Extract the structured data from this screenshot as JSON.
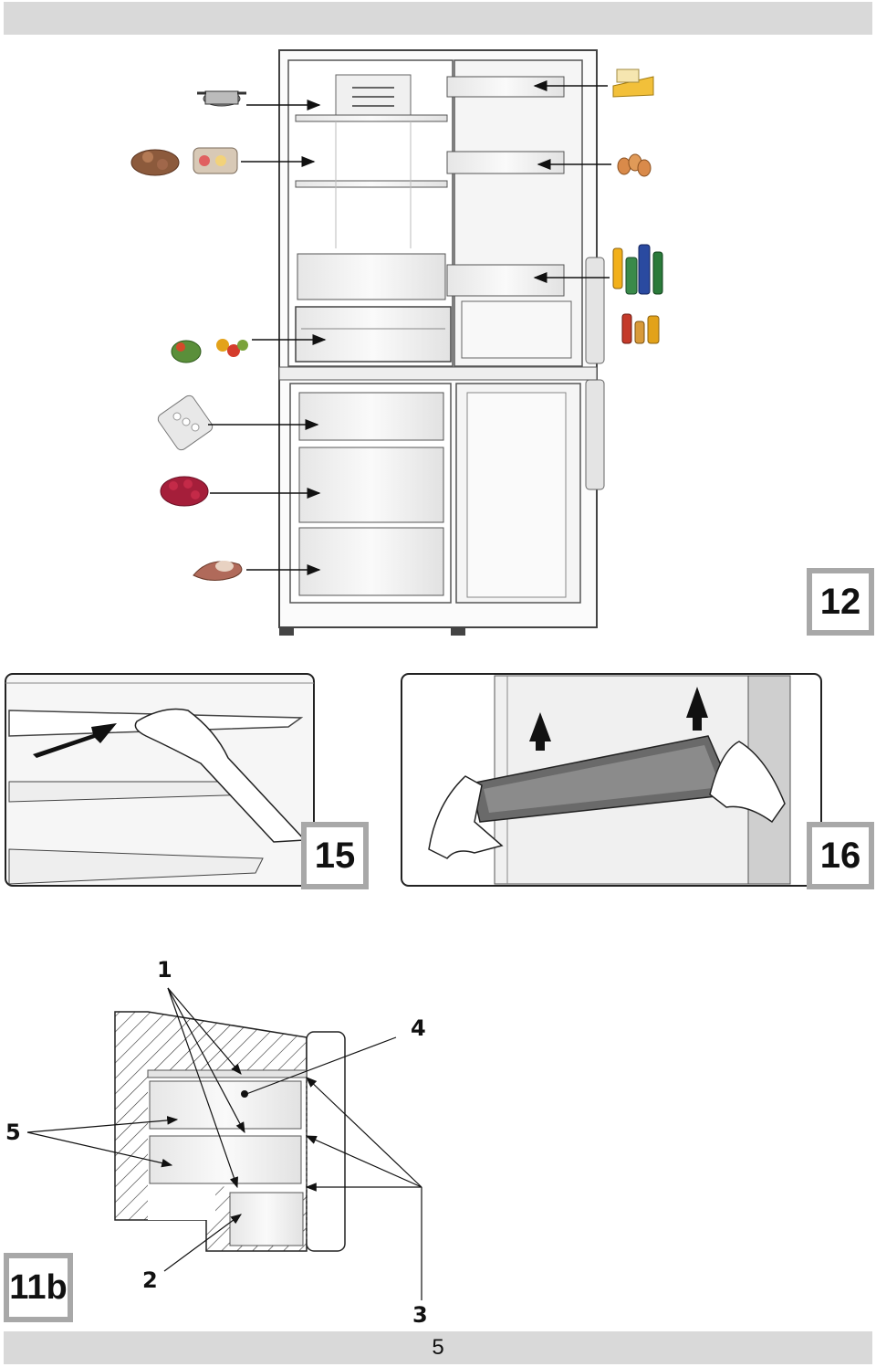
{
  "figures": {
    "fig12": {
      "label": "12"
    },
    "fig15": {
      "label": "15"
    },
    "fig16": {
      "label": "16"
    },
    "fig11b": {
      "label": "11b",
      "callouts": {
        "c1": "1",
        "c2": "2",
        "c3": "3",
        "c4": "4",
        "c5": "5"
      }
    }
  },
  "footer": {
    "page_number": "5"
  },
  "icons": {
    "fridge_food": [
      "pot-icon",
      "cold-cuts-icon",
      "cheese-icon",
      "eggs-icon",
      "bottles-icon",
      "jars-icon",
      "vegetables-icon",
      "fruit-icon"
    ],
    "freezer_food": [
      "ice-tray-icon",
      "berries-icon",
      "meat-icon"
    ]
  },
  "colors": {
    "band": "#d9d9d9",
    "badge_border": "#a8a8a8",
    "line": "#222222",
    "panel": "#f2f2f2"
  }
}
